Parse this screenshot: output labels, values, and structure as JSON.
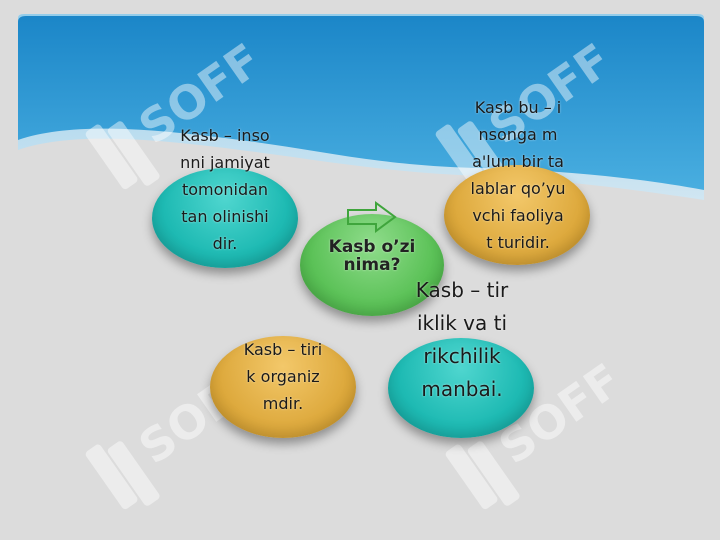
{
  "slide": {
    "center": {
      "label": "Kasb o’zi nima?"
    },
    "nodes": [
      {
        "text": "Kasb – insonni jamiyat tomonidan tan olinishidir."
      },
      {
        "text": "Kasb bu – insonga ma'lum bir talablar qo’yuvchi faoliyat turidir."
      },
      {
        "text": "Kasb – tirik organizmdir."
      },
      {
        "text": "Kasb – tiriklik va tirikchilik manbai."
      }
    ]
  },
  "watermark": {
    "text": "SOFF",
    "color": "#ffffff"
  },
  "colors": {
    "header_blue": "#1f8fcf",
    "background": "#dcdcdc",
    "teal": "#1ebab3",
    "gold": "#deaa3e",
    "green": "#5cc258"
  },
  "icons": [
    "right-arrow-icon"
  ]
}
